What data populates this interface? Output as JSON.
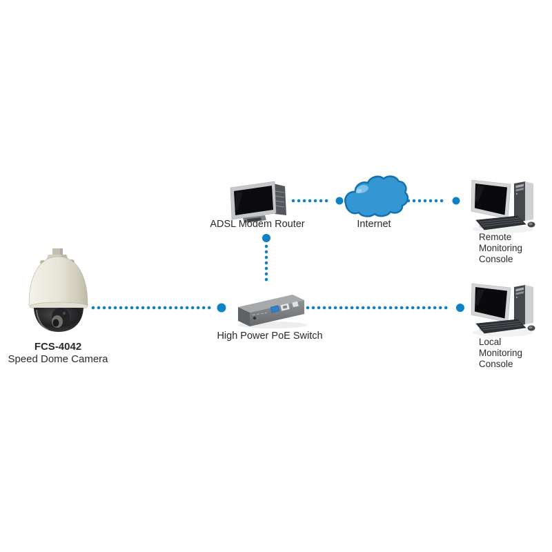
{
  "nodes": {
    "camera": {
      "model": "FCS-4042",
      "label": "Speed Dome Camera"
    },
    "modem": {
      "label": "ADSL Modem Router"
    },
    "internet": {
      "label": "Internet"
    },
    "remote_console": {
      "lines": [
        "Remote",
        "Monitoring",
        "Console"
      ]
    },
    "switch": {
      "label": "High Power PoE Switch"
    },
    "local_console": {
      "lines": [
        "Local",
        "Monitoring",
        "Console"
      ]
    }
  },
  "connections": [
    {
      "from": "camera",
      "to": "switch",
      "style": "dotted"
    },
    {
      "from": "modem",
      "to": "internet",
      "style": "dotted"
    },
    {
      "from": "internet",
      "to": "remote_console",
      "style": "dotted"
    },
    {
      "from": "modem",
      "to": "switch",
      "style": "dotted"
    },
    {
      "from": "switch",
      "to": "local_console",
      "style": "dotted"
    }
  ],
  "colors": {
    "connection_blue": "#0f81c5",
    "cloud_fill": "#3496d3",
    "cloud_outline": "#1272ae",
    "label_text": "#2b2926",
    "background": "#ffffff"
  }
}
